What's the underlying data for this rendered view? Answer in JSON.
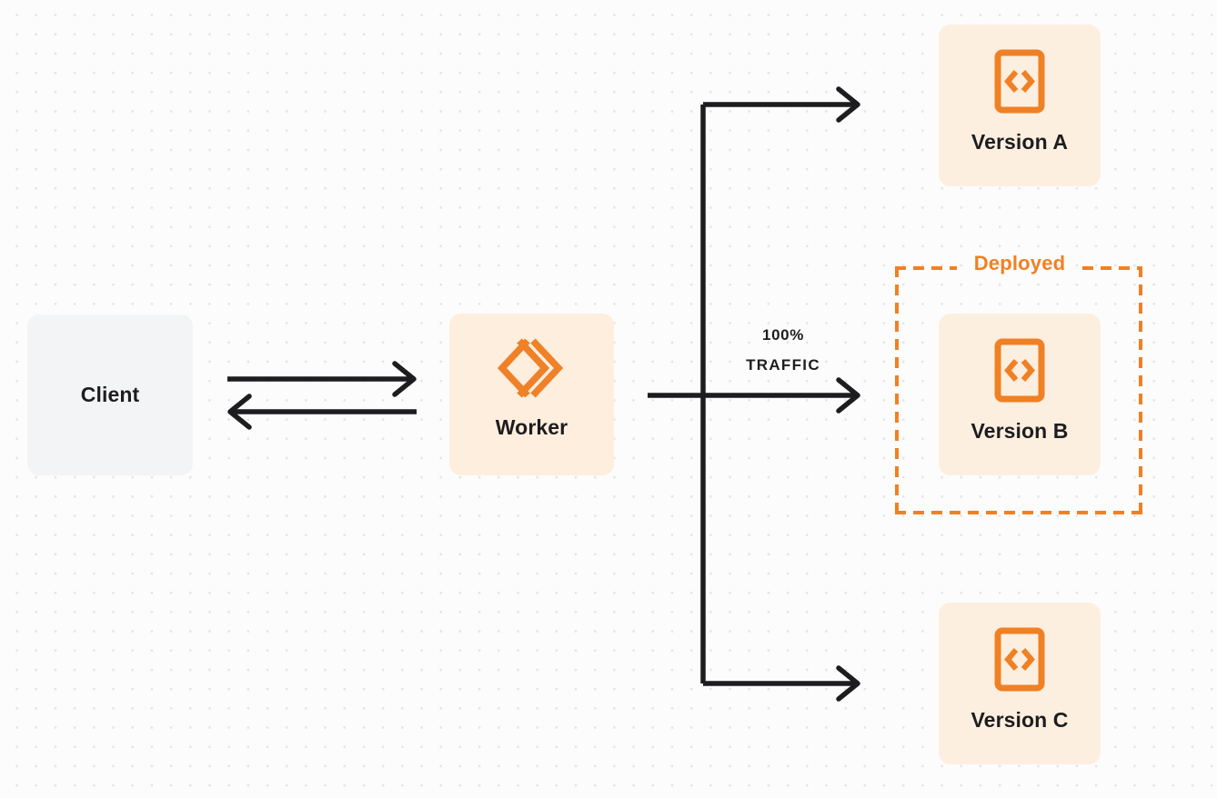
{
  "diagram": {
    "title": "Worker version traffic routing",
    "background": {
      "color": "#fcfcfc",
      "dot_color": "#e3e3e4"
    },
    "colors": {
      "orange": "#f08024",
      "card_orange_bg": "#fdefe0",
      "card_gray_bg": "#f3f4f5",
      "line": "#1d1d1f",
      "text": "#1d1d1f"
    },
    "nodes": {
      "client": {
        "label": "Client"
      },
      "worker": {
        "label": "Worker",
        "icon": "cloudflare-workers-logo"
      },
      "version_a": {
        "label": "Version A",
        "icon": "code-file-icon"
      },
      "version_b": {
        "label": "Version B",
        "icon": "code-file-icon"
      },
      "version_c": {
        "label": "Version C",
        "icon": "code-file-icon"
      }
    },
    "group": {
      "deployed_label": "Deployed"
    },
    "traffic": {
      "percent": "100%",
      "word": "TRAFFIC"
    }
  }
}
